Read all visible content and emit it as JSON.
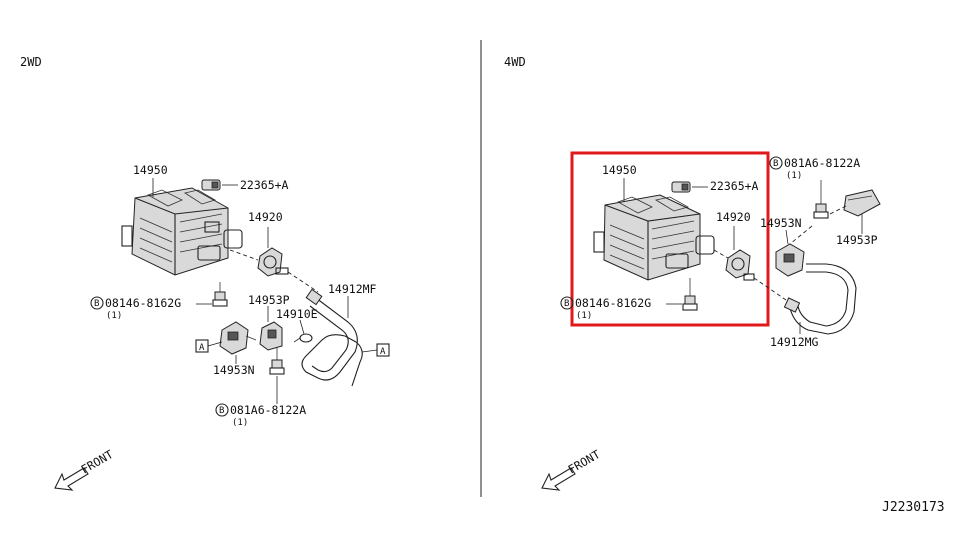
{
  "sections": {
    "left": "2WD",
    "right": "4WD"
  },
  "left_parts": {
    "canister": "14950",
    "connector": "22365+A",
    "valve": "14920",
    "hose": "14912MF",
    "bolt": "08146-8162G",
    "bolt_qty": "(1)",
    "bracket_p": "14953P",
    "clip": "14910E",
    "bracket_n": "14953N",
    "screw": "081A6-8122A",
    "screw_qty": "(1)",
    "ref_a1": "A",
    "ref_a2": "A",
    "ref_a3": "A"
  },
  "right_parts": {
    "canister": "14950",
    "connector": "22365+A",
    "valve": "14920",
    "hose": "14912MG",
    "bolt": "08146-8162G",
    "bolt_qty": "(1)",
    "bracket_p": "14953P",
    "bracket_n": "14953N",
    "screw": "081A6-8122A",
    "screw_qty": "(1)"
  },
  "front_label": "FRONT",
  "b_symbol": "B",
  "diagram_code": "J2230173",
  "highlight_color": "#e0191b"
}
